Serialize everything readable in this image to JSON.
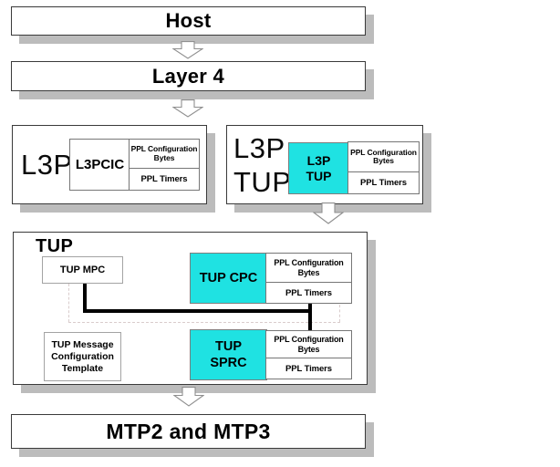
{
  "colors": {
    "accent_cyan": "#1FE2E2",
    "shadow_gray": "#bcbcbc"
  },
  "icons": {
    "down_arrow": "outlined-down-arrow"
  },
  "host": {
    "label": "Host"
  },
  "layer4": {
    "label": "Layer 4"
  },
  "l3p_box": {
    "title": "L3P",
    "l3pcic_label": "L3PCIC",
    "ppl_config": "PPL Configuration Bytes",
    "ppl_timers": "PPL Timers"
  },
  "l3p_tup_box": {
    "title_line1": "L3P",
    "title_line2": "TUP",
    "module_line1": "L3P",
    "module_line2": "TUP",
    "ppl_config": "PPL Configuration Bytes",
    "ppl_timers": "PPL Timers"
  },
  "tup_box": {
    "title": "TUP",
    "mpc_label": "TUP MPC",
    "cpc_label": "TUP CPC",
    "cpc_ppl_config": "PPL Configuration Bytes",
    "cpc_ppl_timers": "PPL Timers",
    "message_template_label": "TUP Message Configuration Template",
    "sprc_line1": "TUP",
    "sprc_line2": "SPRC",
    "sprc_ppl_config": "PPL Configuration Bytes",
    "sprc_ppl_timers": "PPL Timers"
  },
  "mtp": {
    "label": "MTP2 and MTP3"
  }
}
